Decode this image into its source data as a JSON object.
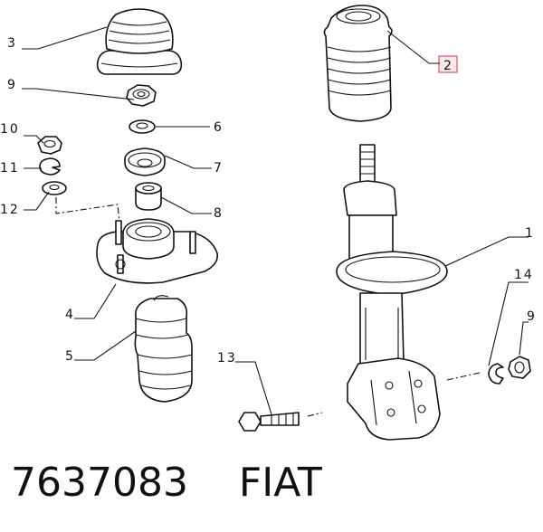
{
  "caption": "7637083    FIAT",
  "callouts": [
    {
      "id": "c1",
      "number": "1"
    },
    {
      "id": "c2",
      "number": "2",
      "highlighted": true
    },
    {
      "id": "c3",
      "number": "3"
    },
    {
      "id": "c4",
      "number": "4"
    },
    {
      "id": "c5",
      "number": "5"
    },
    {
      "id": "c6",
      "number": "6"
    },
    {
      "id": "c7",
      "number": "7"
    },
    {
      "id": "c8",
      "number": "8"
    },
    {
      "id": "c9a",
      "number": "9"
    },
    {
      "id": "c9b",
      "number": "9"
    },
    {
      "id": "c10",
      "number": "10"
    },
    {
      "id": "c11",
      "number": "11"
    },
    {
      "id": "c12",
      "number": "12"
    },
    {
      "id": "c13",
      "number": "13"
    },
    {
      "id": "c14",
      "number": "14"
    }
  ],
  "colors": {
    "line": "#111111",
    "highlight_fill": "#fde8ec",
    "highlight_stroke": "#d05a72"
  }
}
